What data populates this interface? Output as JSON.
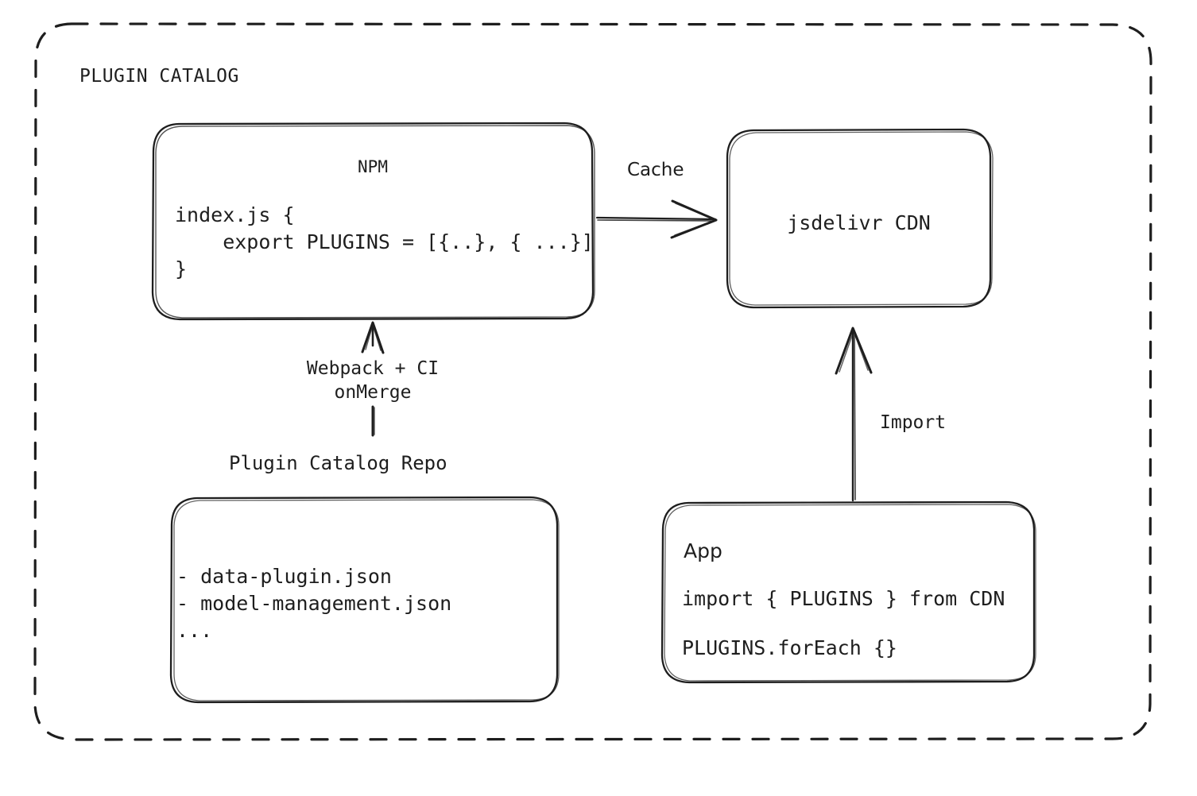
{
  "diagram": {
    "group": {
      "title": "PLUGIN CATALOG",
      "border_style": "dashed",
      "color": "#1e1e1e"
    },
    "background": "#ffffff",
    "stroke": "#1e1e1e",
    "nodes": [
      {
        "id": "npm",
        "title": "NPM",
        "code_lines": [
          "index.js {",
          "    export PLUGINS = [{..}, { ...}]",
          "}"
        ]
      },
      {
        "id": "cdn",
        "title": "jsdelivr CDN"
      },
      {
        "id": "repo",
        "caption": "Plugin Catalog Repo",
        "lines": [
          "- data-plugin.json",
          "- model-management.json",
          "..."
        ]
      },
      {
        "id": "app",
        "title": "App",
        "code_lines": [
          "import { PLUGINS } from CDN",
          "PLUGINS.forEach {}"
        ]
      }
    ],
    "edges": [
      {
        "id": "npm-to-cdn",
        "label": "Cache",
        "from": "npm",
        "to": "cdn",
        "direction": "right"
      },
      {
        "id": "repo-to-npm",
        "label_line1": "Webpack + CI",
        "label_line2": "onMerge",
        "from": "repo",
        "to": "npm",
        "direction": "up"
      },
      {
        "id": "app-to-cdn",
        "label": "Import",
        "from": "app",
        "to": "cdn",
        "direction": "up"
      }
    ]
  }
}
